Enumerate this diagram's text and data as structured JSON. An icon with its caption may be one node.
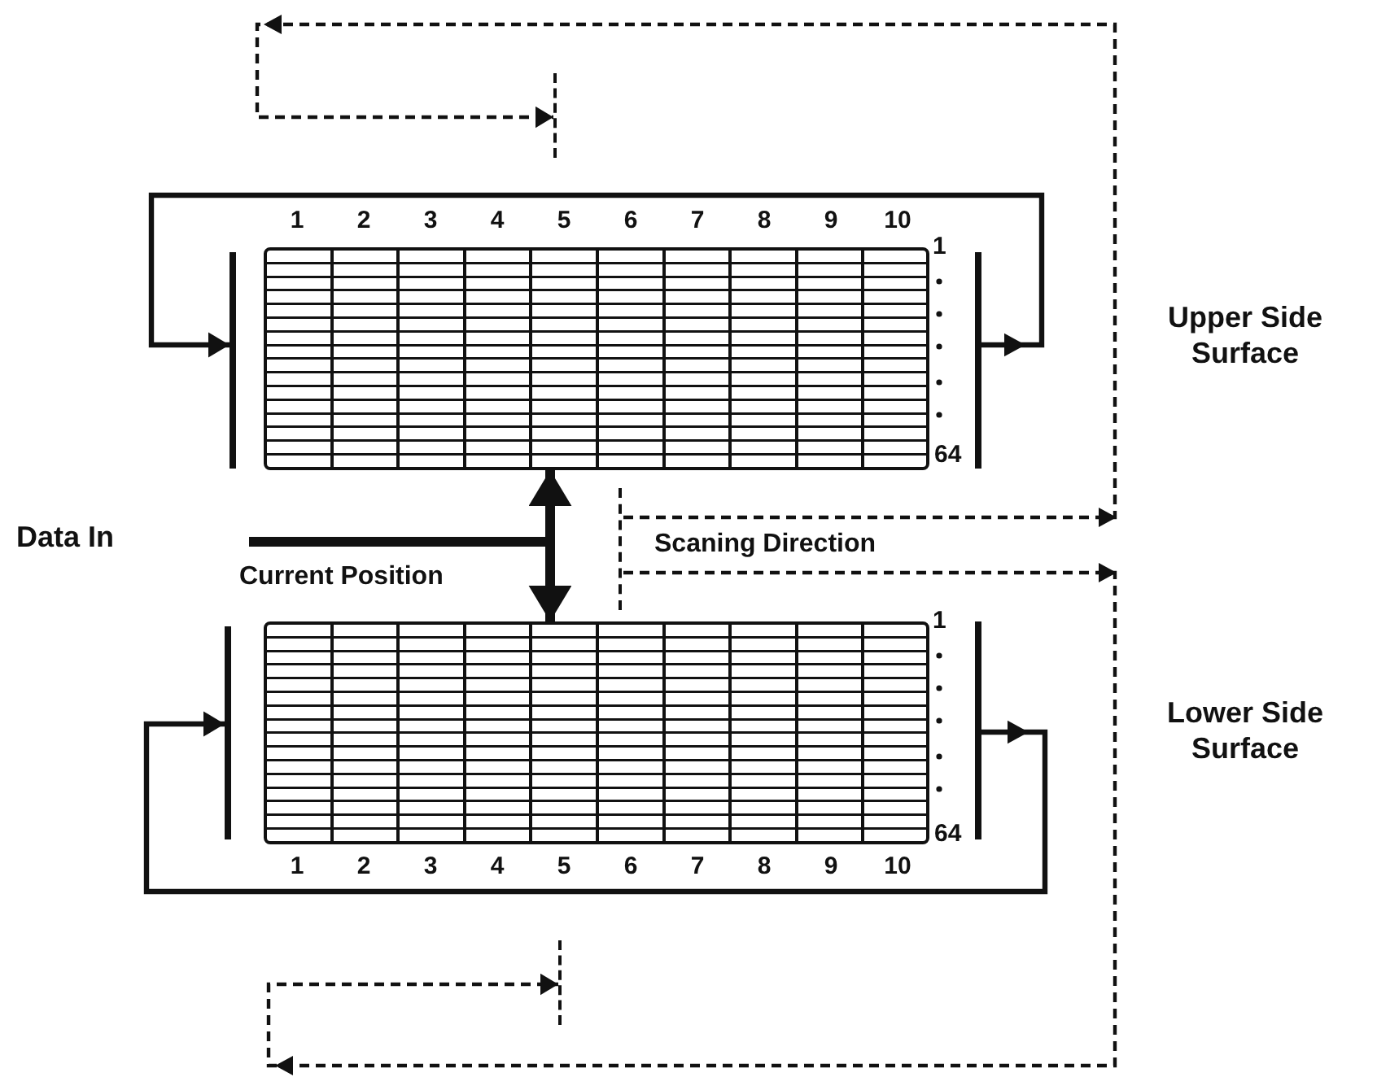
{
  "diagram": {
    "nodes": [
      {
        "text": [],
        "shape": "bar"
      },
      {
        "text": [],
        "shape": "bar"
      },
      {
        "text": [],
        "shape": "box"
      },
      {
        "text": [],
        "shape": "bar"
      },
      {
        "text": [],
        "shape": "bar"
      },
      {
        "text": [],
        "shape": "bar"
      },
      {
        "text": [],
        "shape": "box"
      },
      {
        "text": [],
        "shape": "bar"
      },
      {
        "text": [],
        "shape": "bar"
      }
    ],
    "edges": [
      {
        "from": 3,
        "to": 1,
        "arrow": "to"
      },
      {
        "from": null,
        "to": 2,
        "arrow": "to",
        "style": "thick"
      },
      {
        "from": null,
        "to": 6,
        "arrow": "to",
        "style": "thick"
      },
      {
        "from": 4,
        "to": 0,
        "arrow": "to",
        "style": "dashed"
      },
      {
        "from": 4,
        "to": 8,
        "arrow": "to",
        "style": "dashed"
      },
      {
        "from": 7,
        "to": 5,
        "arrow": "to"
      }
    ],
    "labels": [
      "1",
      "2",
      "3",
      "4",
      "5",
      "6",
      "7",
      "8",
      "9",
      "10",
      "1",
      "Upper Side Surface",
      "64",
      "Data In",
      "Scaning Direction",
      "Current Position",
      "1",
      "Lower Side Surface",
      "64",
      "1",
      "2",
      "3",
      "4",
      "5",
      "6",
      "7",
      "8",
      "9",
      "10"
    ]
  }
}
